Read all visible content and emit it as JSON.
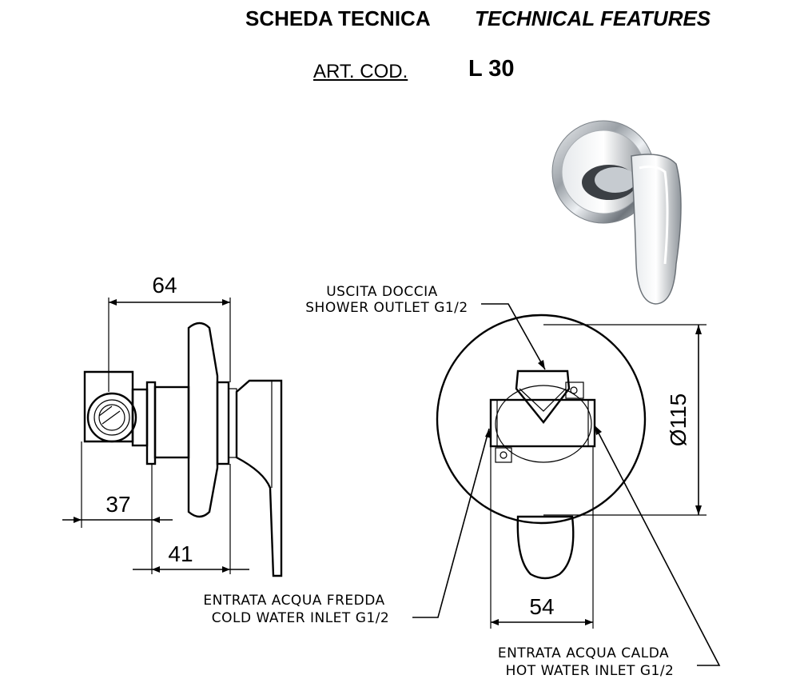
{
  "header": {
    "title_it": "SCHEDA TECNICA",
    "title_en": "TECHNICAL FEATURES",
    "article_code_label": "ART. COD.",
    "article_code": "L 30"
  },
  "side_view": {
    "dim_width_total": "64",
    "dim_inlet_offset": "37",
    "dim_body_depth": "41"
  },
  "front_view": {
    "dim_diameter": "Ø115",
    "dim_inlets_spacing": "54",
    "shower_outlet_it": "USCITA DOCCIA",
    "shower_outlet_en": "SHOWER OUTLET G1/2",
    "cold_inlet_it": "ENTRATA ACQUA FREDDA",
    "cold_inlet_en": "COLD WATER INLET G1/2",
    "hot_inlet_it": "ENTRATA ACQUA CALDA",
    "hot_inlet_en": "HOT WATER INLET G1/2"
  },
  "product_photo": {
    "icon": "chrome-shower-mixer-photo",
    "finish_color": "#c9cdd2"
  }
}
